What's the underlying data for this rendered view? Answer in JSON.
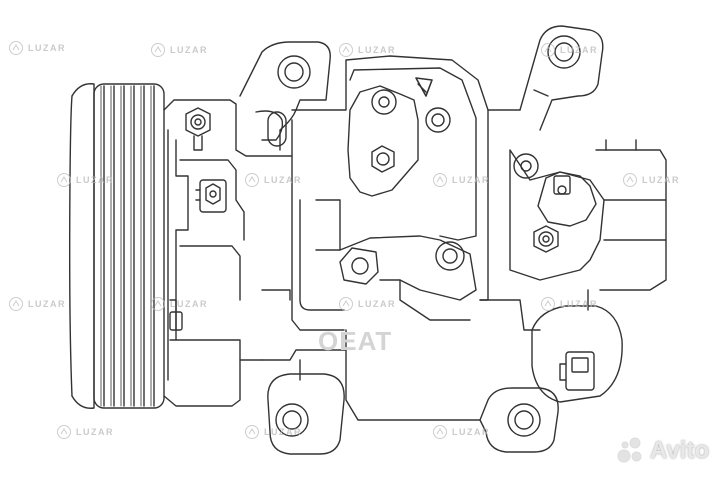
{
  "watermark": {
    "text": "LUZAR",
    "color": "#b9b9b9"
  },
  "overlay_text": "OEAT",
  "avito_mark": {
    "text": "Avito",
    "dot_colors": [
      "#e3e3e3",
      "#e3e3e3",
      "#e3e3e3",
      "#e3e3e3"
    ]
  },
  "drawing": {
    "subject": "ac-compressor-line-drawing",
    "line_color": "#333333"
  }
}
